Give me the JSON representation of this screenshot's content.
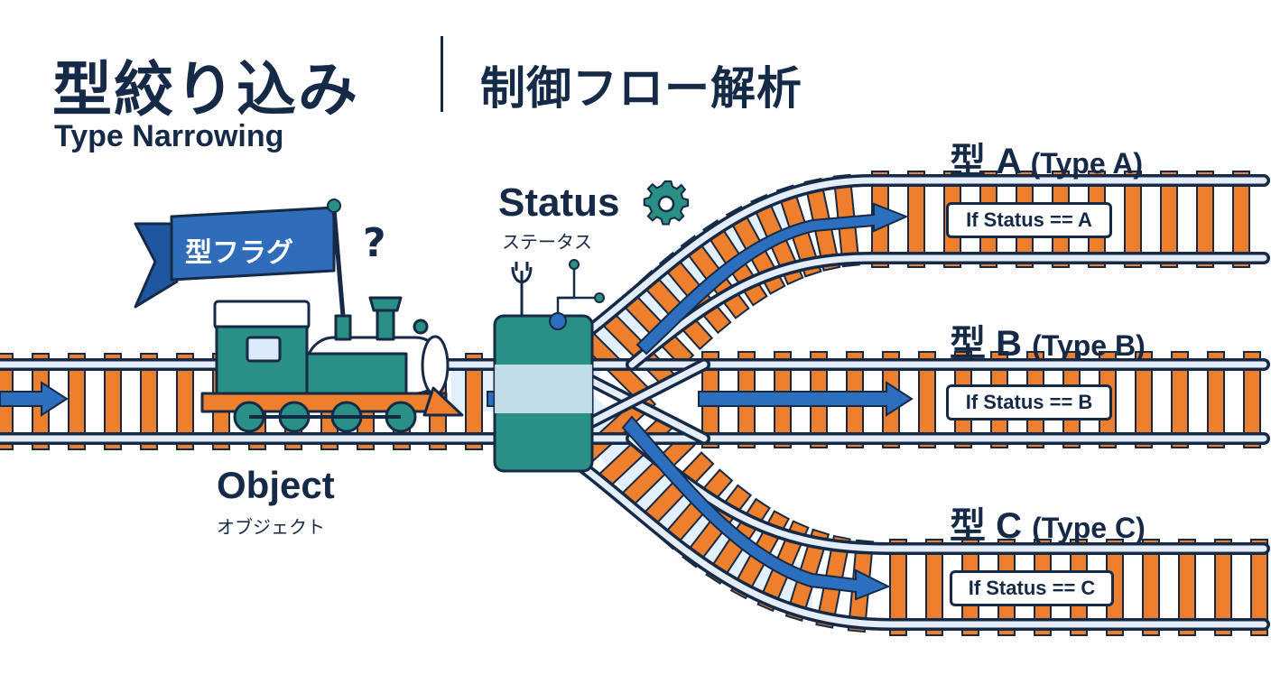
{
  "title": {
    "main": "型絞り込み",
    "side": "制御フロー解析",
    "subtitle": "Type Narrowing"
  },
  "source": {
    "flag": "型フラグ",
    "question": "?",
    "object_en": "Object",
    "object_ja": "オブジェクト"
  },
  "switch": {
    "status_en": "Status",
    "status_ja": "ステータス",
    "gear_icon": "gear-icon"
  },
  "branches": [
    {
      "type_ja": "型 A",
      "type_en": "(Type A)",
      "condition": "If Status == A"
    },
    {
      "type_ja": "型 B",
      "type_en": "(Type B)",
      "condition": "If Status == B"
    },
    {
      "type_ja": "型 C",
      "type_en": "(Type C)",
      "condition": "If Status == C"
    }
  ],
  "colors": {
    "navy": "#152a47",
    "tie": "#ee7f2d",
    "rail_fill": "#e4edf8",
    "arrow": "#2d6fbf",
    "teal": "#2a8f84",
    "flag": "#2f6dbb",
    "spill": "#dcebf9"
  }
}
